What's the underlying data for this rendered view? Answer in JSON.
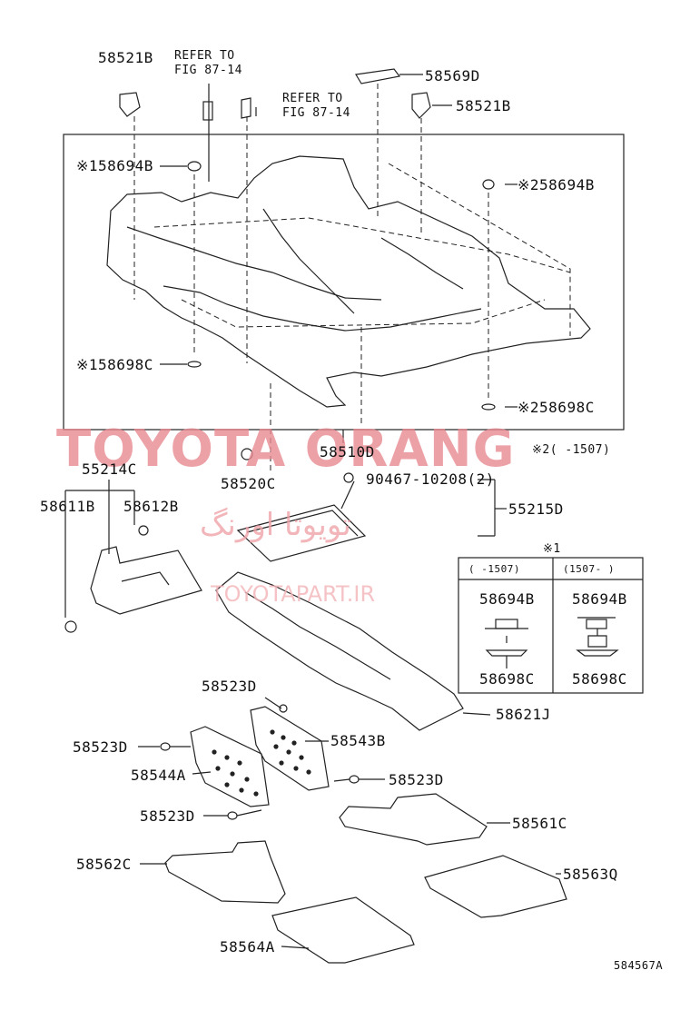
{
  "watermarks": {
    "brand": "TOYOTA ORANG",
    "farsi": "تویوتا اورنگ",
    "url": "TOYOTAPART.IR"
  },
  "references": {
    "ref1": "REFER TO\nFIG 87-14",
    "ref2": "REFER TO\nFIG 87-14"
  },
  "parts": {
    "p58521b_l": "58521B",
    "p58569d": "58569D",
    "p58521b_r": "58521B",
    "p58694b_l": "※158694B",
    "p58694b_r": "※258694B",
    "p58698c_l": "※158698C",
    "p58698c_r": "※258698C",
    "p58510d": "58510D",
    "note2": "※2(   -1507)",
    "p55214c": "55214C",
    "p58611b": "58611B",
    "p58612b": "58612B",
    "p58520c": "58520C",
    "p90467": "90467-10208(2)",
    "p55215d": "55215D",
    "p58621j": "58621J",
    "p58523d_1": "58523D",
    "p58543b": "58543B",
    "p58523d_2": "58523D",
    "p58544a": "58544A",
    "p58523d_3": "58523D",
    "p58523d_4": "58523D",
    "p58561c": "58561C",
    "p58562c": "58562C",
    "p58563q": "58563Q",
    "p58564a": "58564A",
    "diagram_id": "584567A"
  },
  "legend": {
    "title": "※1",
    "col1_header": "(    -1507)",
    "col2_header": "(1507-    )",
    "col1_top": "58694B",
    "col2_top": "58694B",
    "col1_bottom": "58698C",
    "col2_bottom": "58698C"
  }
}
